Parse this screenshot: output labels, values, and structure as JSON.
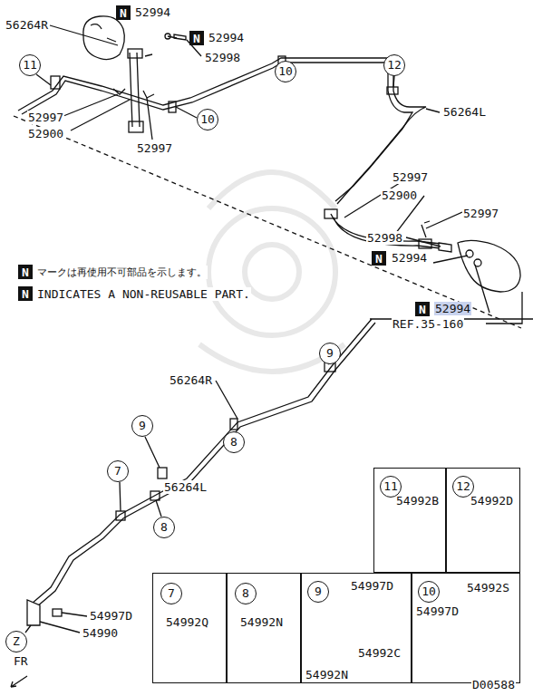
{
  "diagram": {
    "nodes": [
      {
        "text": [
          "11"
        ]
      },
      {
        "text": [
          "12"
        ]
      },
      {
        "text": [
          "10"
        ]
      },
      {
        "text": [
          "10"
        ]
      },
      {
        "text": [
          "9"
        ]
      },
      {
        "text": [
          "9"
        ]
      },
      {
        "text": [
          "8"
        ]
      },
      {
        "text": [
          "7"
        ]
      },
      {
        "text": [
          "8"
        ]
      },
      {
        "text": [
          "Z"
        ]
      },
      {
        "text": [
          "N"
        ]
      },
      {
        "text": [
          "N"
        ]
      },
      {
        "text": [
          "N"
        ]
      },
      {
        "text": [
          "N"
        ]
      },
      {
        "text": [
          "N"
        ]
      },
      {
        "text": [
          "N"
        ]
      },
      {
        "text": [
          "54992B"
        ]
      },
      {
        "text": [
          "11"
        ],
        "in": 16
      },
      {
        "text": [
          "54992D"
        ]
      },
      {
        "text": [
          "12"
        ],
        "in": 18
      },
      {
        "text": [
          "54992Q"
        ]
      },
      {
        "text": [
          "7"
        ],
        "in": 20
      },
      {
        "text": [
          "54992N"
        ]
      },
      {
        "text": [
          "8"
        ],
        "in": 22
      },
      {
        "text": [
          "54997D",
          "54992C",
          "54992N"
        ]
      },
      {
        "text": [
          "9"
        ],
        "in": 24
      },
      {
        "text": [
          "54992S",
          "54997D"
        ]
      },
      {
        "text": [
          "10"
        ],
        "in": 26
      }
    ],
    "labels": [
      "56264R",
      "52994",
      "52994",
      "52998",
      "52997",
      "52900",
      "52997",
      "56264L",
      "52997",
      "52900",
      "52997",
      "52998",
      "52994",
      "52994",
      "REF.35-160",
      "マークは再使用不可部品を示します。",
      "INDICATES A NON-REUSABLE PART.",
      "56264R",
      "56264L",
      "54997D",
      "54990",
      "FR",
      "D00588"
    ]
  }
}
